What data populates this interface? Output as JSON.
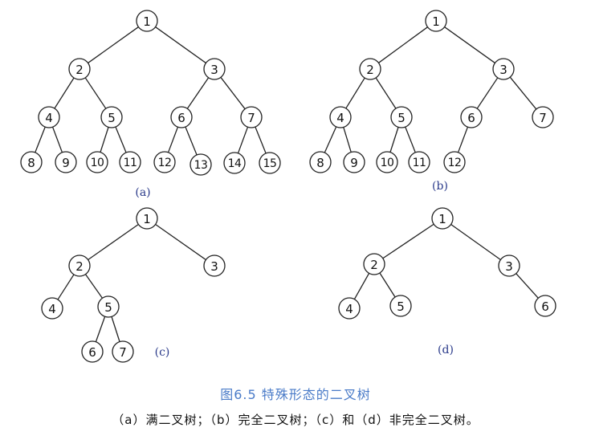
{
  "caption": "图6.5   特殊形态的二叉树",
  "note": "（a）满二叉树；（b）完全二叉树；（c）和（d）非完全二叉树。",
  "trees": [
    {
      "id": "a",
      "label": "(a)",
      "nodes": [
        {
          "id": "1",
          "parent": null
        },
        {
          "id": "2",
          "parent": "1"
        },
        {
          "id": "3",
          "parent": "1"
        },
        {
          "id": "4",
          "parent": "2"
        },
        {
          "id": "5",
          "parent": "2"
        },
        {
          "id": "6",
          "parent": "3"
        },
        {
          "id": "7",
          "parent": "3"
        },
        {
          "id": "8",
          "parent": "4"
        },
        {
          "id": "9",
          "parent": "4"
        },
        {
          "id": "10",
          "parent": "5"
        },
        {
          "id": "11",
          "parent": "5"
        },
        {
          "id": "12",
          "parent": "6"
        },
        {
          "id": "13",
          "parent": "6"
        },
        {
          "id": "14",
          "parent": "7"
        },
        {
          "id": "15",
          "parent": "7"
        }
      ]
    },
    {
      "id": "b",
      "label": "(b)",
      "nodes": [
        {
          "id": "1",
          "parent": null
        },
        {
          "id": "2",
          "parent": "1"
        },
        {
          "id": "3",
          "parent": "1"
        },
        {
          "id": "4",
          "parent": "2"
        },
        {
          "id": "5",
          "parent": "2"
        },
        {
          "id": "6",
          "parent": "3"
        },
        {
          "id": "7",
          "parent": "3"
        },
        {
          "id": "8",
          "parent": "4"
        },
        {
          "id": "9",
          "parent": "4"
        },
        {
          "id": "10",
          "parent": "5"
        },
        {
          "id": "11",
          "parent": "5"
        },
        {
          "id": "12",
          "parent": "6"
        }
      ]
    },
    {
      "id": "c",
      "label": "(c)",
      "nodes": [
        {
          "id": "1",
          "parent": null
        },
        {
          "id": "2",
          "parent": "1"
        },
        {
          "id": "3",
          "parent": "1"
        },
        {
          "id": "4",
          "parent": "2"
        },
        {
          "id": "5",
          "parent": "2"
        },
        {
          "id": "6",
          "parent": "5"
        },
        {
          "id": "7",
          "parent": "5"
        }
      ]
    },
    {
      "id": "d",
      "label": "(d)",
      "nodes": [
        {
          "id": "1",
          "parent": null
        },
        {
          "id": "2",
          "parent": "1"
        },
        {
          "id": "3",
          "parent": "1"
        },
        {
          "id": "4",
          "parent": "2"
        },
        {
          "id": "5",
          "parent": "2"
        },
        {
          "id": "6",
          "parent": "3"
        }
      ]
    }
  ]
}
